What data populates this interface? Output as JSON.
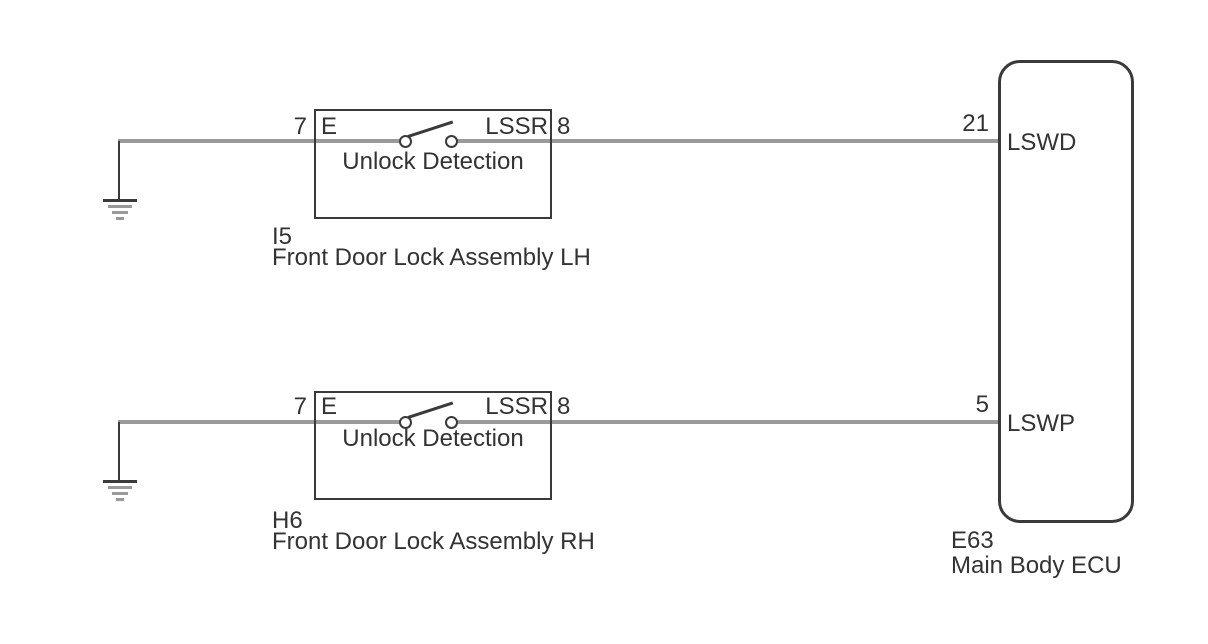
{
  "colors": {
    "bg": "#ffffff",
    "wire": "#9a9a9a",
    "line": "#3a3a3a",
    "text": "#333333"
  },
  "lock_lh": {
    "pin_left": "7",
    "terminal_left": "E",
    "terminal_right": "LSSR",
    "pin_right": "8",
    "switch_label": "Unlock Detection",
    "code": "I5",
    "name": "Front Door Lock Assembly LH"
  },
  "lock_rh": {
    "pin_left": "7",
    "terminal_left": "E",
    "terminal_right": "LSSR",
    "pin_right": "8",
    "switch_label": "Unlock Detection",
    "code": "H6",
    "name": "Front Door Lock Assembly RH"
  },
  "ecu": {
    "pin_top": "21",
    "pin_top_label": "LSWD",
    "pin_bottom": "5",
    "pin_bottom_label": "LSWP",
    "code": "E63",
    "name": "Main Body ECU"
  }
}
